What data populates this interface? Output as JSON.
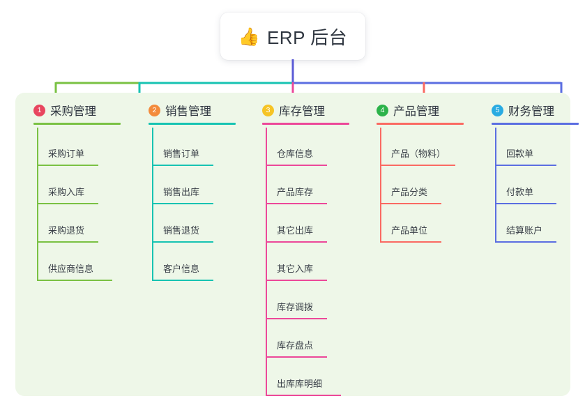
{
  "diagram": {
    "root": {
      "icon": "thumbs-up-icon",
      "icon_glyph": "👍",
      "label": "ERP 后台"
    },
    "panel_color": "#eef7e8",
    "columns": [
      {
        "number": "1",
        "title": "采购管理",
        "badge_color": "#e8465f",
        "line_color": "#7ac143",
        "items": [
          {
            "label": "采购订单"
          },
          {
            "label": "采购入库"
          },
          {
            "label": "采购退货"
          },
          {
            "label": "供应商信息"
          }
        ]
      },
      {
        "number": "2",
        "title": "销售管理",
        "badge_color": "#f38b3c",
        "line_color": "#17c3b2",
        "items": [
          {
            "label": "销售订单"
          },
          {
            "label": "销售出库"
          },
          {
            "label": "销售退货"
          },
          {
            "label": "客户信息"
          }
        ]
      },
      {
        "number": "3",
        "title": "库存管理",
        "badge_color": "#f6c425",
        "line_color": "#ec4899",
        "items": [
          {
            "label": "仓库信息"
          },
          {
            "label": "产品库存"
          },
          {
            "label": "其它出库"
          },
          {
            "label": "其它入库"
          },
          {
            "label": "库存调拨"
          },
          {
            "label": "库存盘点"
          },
          {
            "label": "出库库明细"
          }
        ]
      },
      {
        "number": "4",
        "title": "产品管理",
        "badge_color": "#2cb34a",
        "line_color": "#fa6a62",
        "items": [
          {
            "label": "产品（物料）"
          },
          {
            "label": "产品分类"
          },
          {
            "label": "产品单位"
          }
        ]
      },
      {
        "number": "5",
        "title": "财务管理",
        "badge_color": "#29abe2",
        "line_color": "#5b6ee1",
        "items": [
          {
            "label": "回款单"
          },
          {
            "label": "付款单"
          },
          {
            "label": "结算账户"
          }
        ]
      }
    ],
    "connectors": {
      "stem_color": "#5b5bd6",
      "bus_segment_1_color": "#7ac143",
      "bus_segment_2_color": "#17c3b2",
      "bus_segment_3_color": "#5b6ee1",
      "drop_1_color": "#7ac143",
      "drop_2_color": "#17c3b2",
      "drop_3_color": "#ec4899",
      "drop_4_color": "#fa6a62",
      "drop_5_color": "#5b6ee1"
    }
  }
}
